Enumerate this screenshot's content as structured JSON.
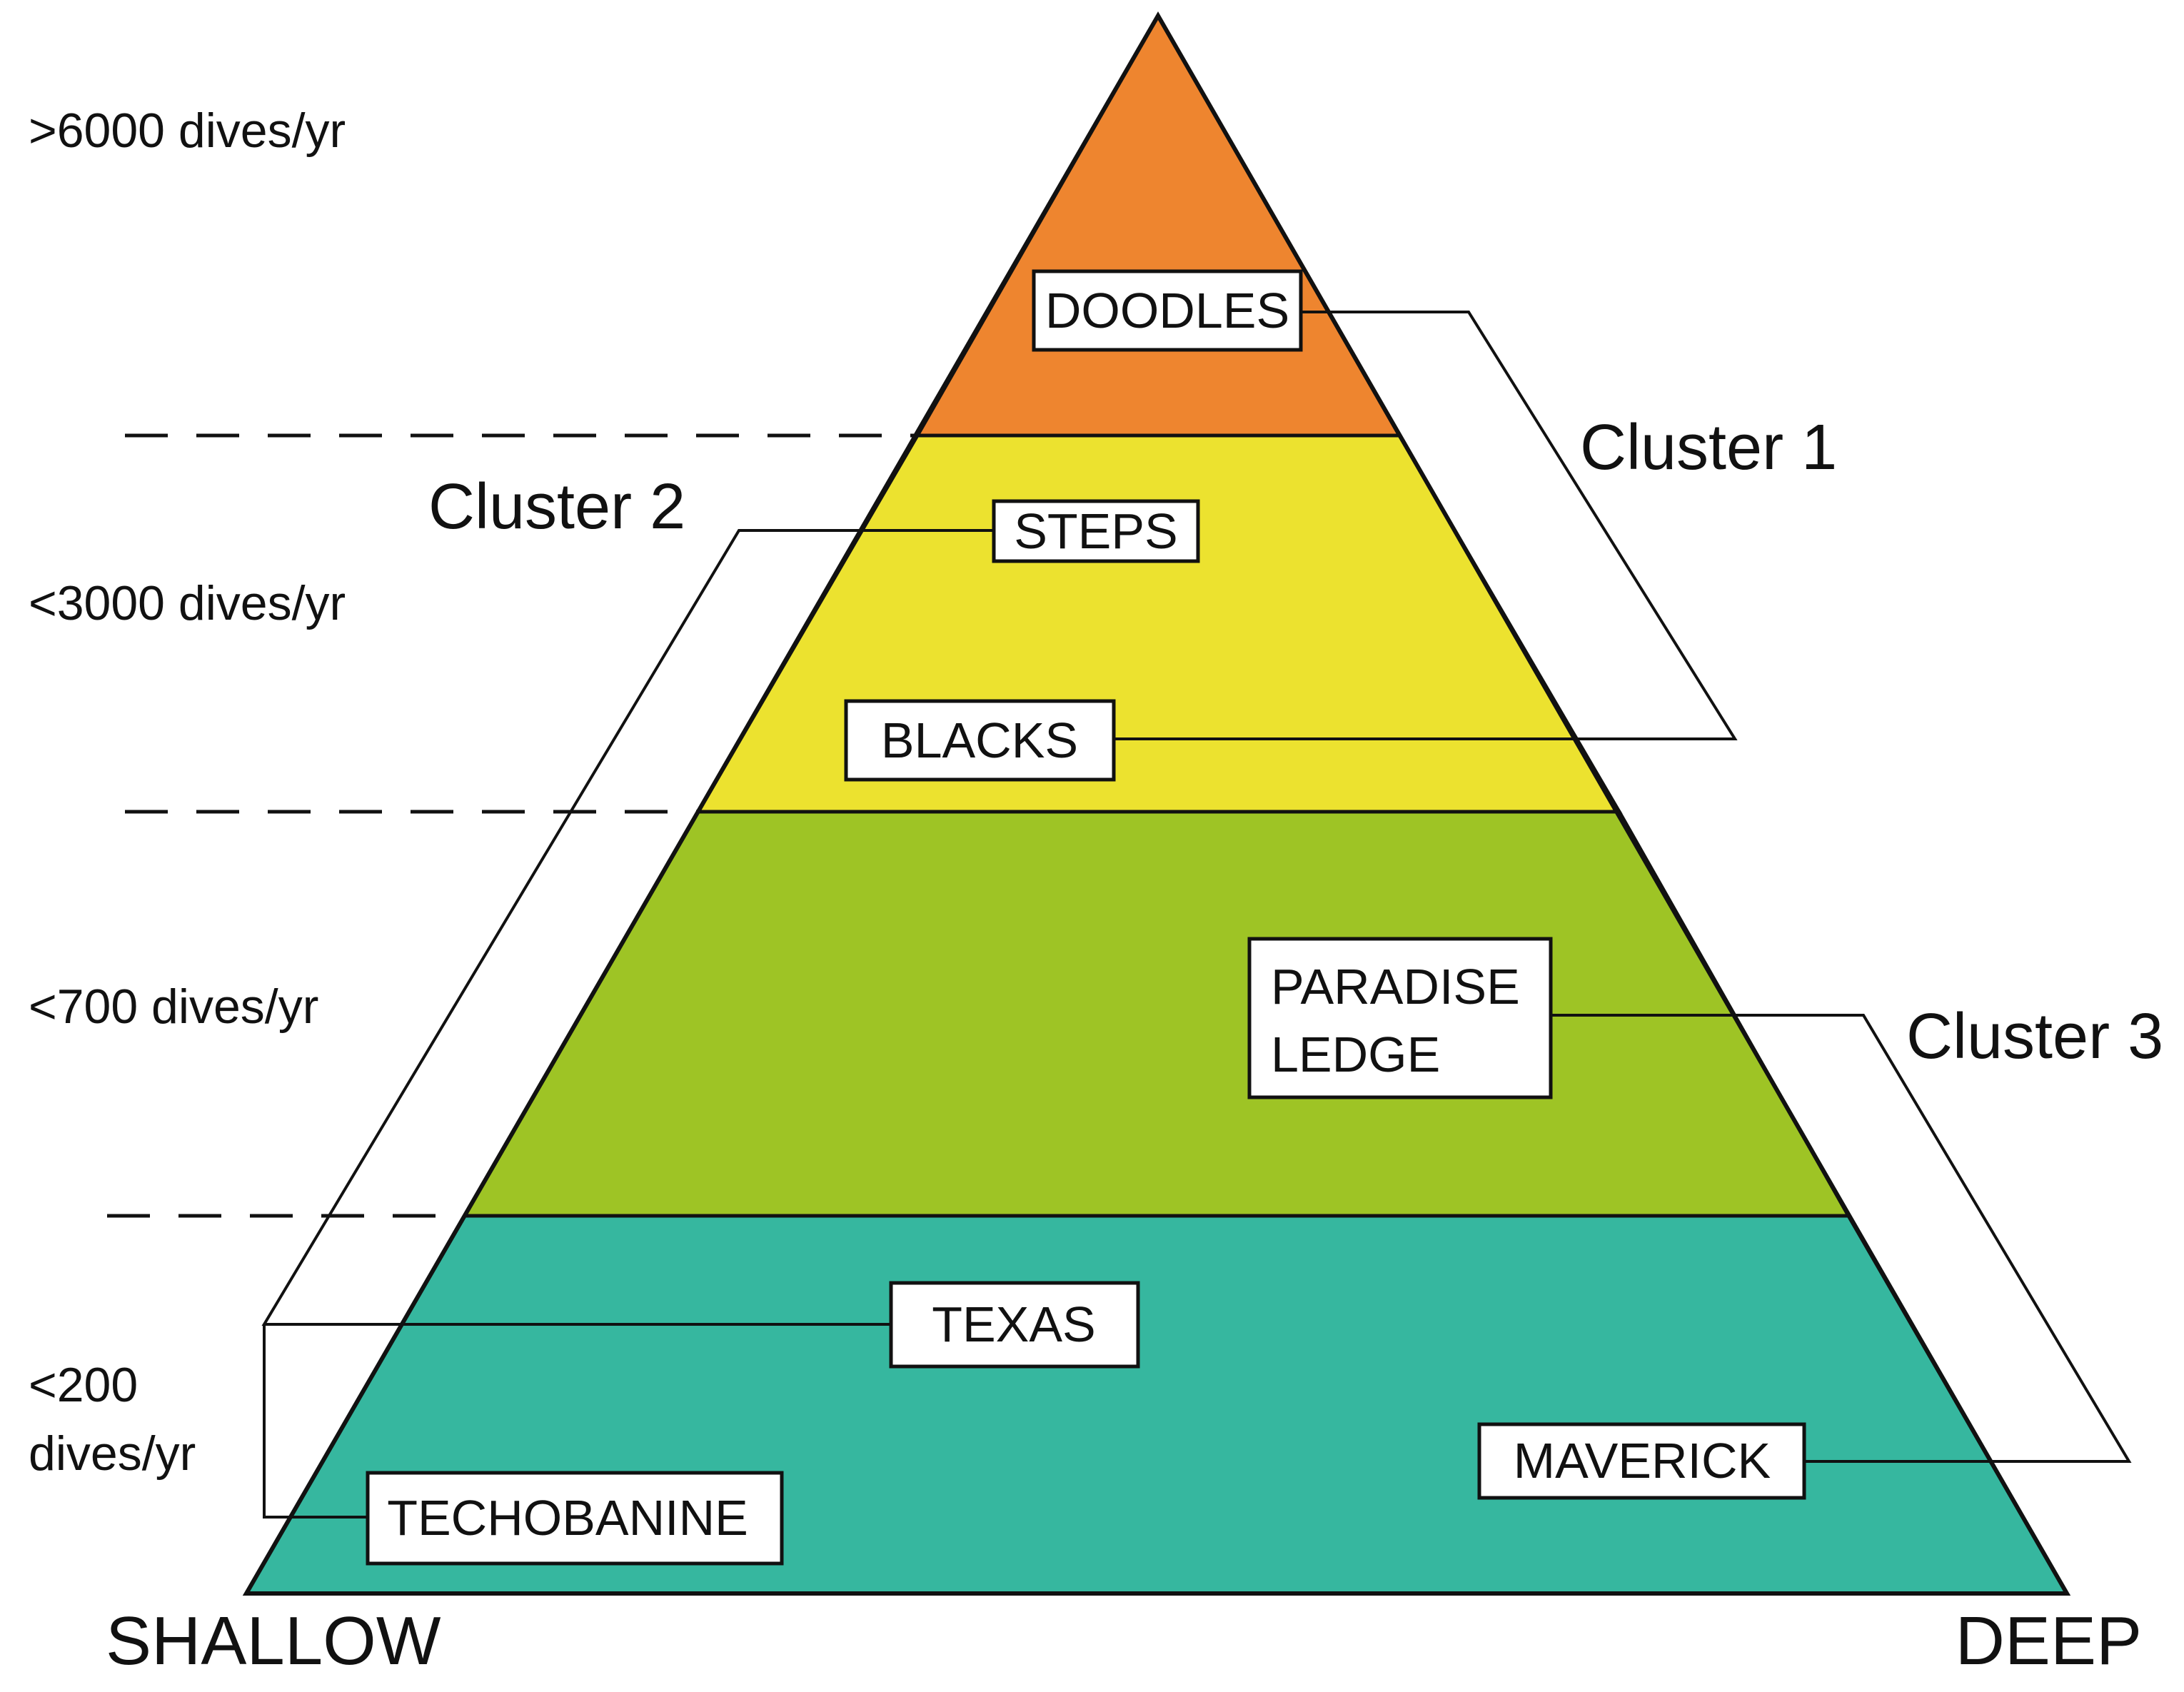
{
  "colors": {
    "tier_top": "#EE852F",
    "tier_second": "#ECE22F",
    "tier_third": "#9EC425",
    "tier_bottom": "#36B79F",
    "line": "#111111",
    "box_fill": "#FFFFFF"
  },
  "tiers": [
    {
      "label_lines": [
        ">6000 dives/yr"
      ]
    },
    {
      "label_lines": [
        "<3000 dives/yr"
      ]
    },
    {
      "label_lines": [
        "<700 dives/yr"
      ]
    },
    {
      "label_lines": [
        "<200",
        "dives/yr"
      ]
    }
  ],
  "sites": {
    "doodles": {
      "lines": [
        "DOODLES"
      ]
    },
    "steps": {
      "lines": [
        "STEPS"
      ]
    },
    "blacks": {
      "lines": [
        "BLACKS"
      ]
    },
    "paradise_ledge": {
      "lines": [
        "PARADISE",
        "LEDGE"
      ]
    },
    "texas": {
      "lines": [
        "TEXAS"
      ]
    },
    "maverick": {
      "lines": [
        "MAVERICK"
      ]
    },
    "techobanine": {
      "lines": [
        "TECHOBANINE"
      ]
    }
  },
  "clusters": {
    "cluster1": "Cluster 1",
    "cluster2": "Cluster 2",
    "cluster3": "Cluster 3"
  },
  "axis": {
    "left": "SHALLOW",
    "right": "DEEP"
  }
}
